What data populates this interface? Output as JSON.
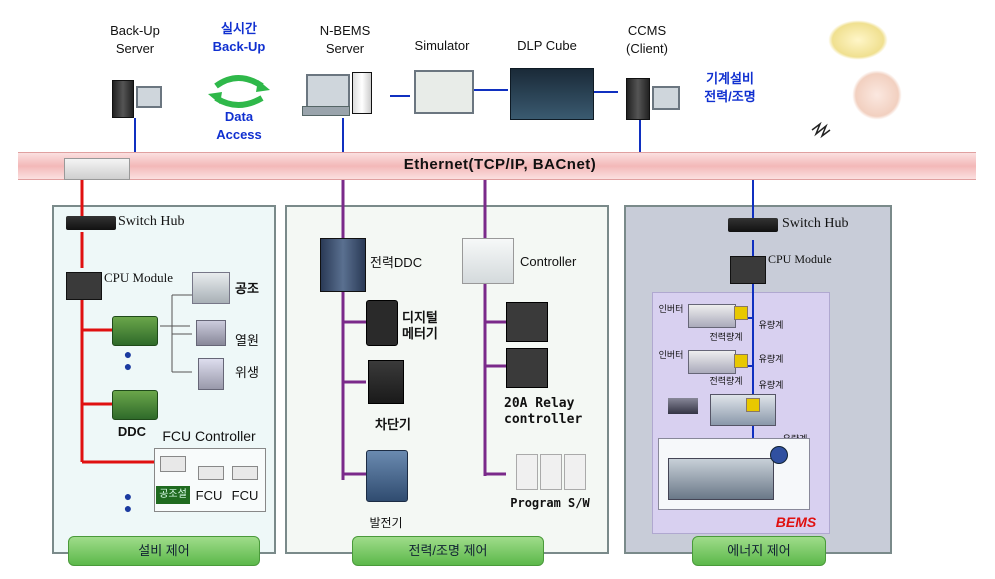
{
  "top": {
    "backup_server": "Back-Up\nServer",
    "realtime_backup": "실시간\nBack-Up",
    "data_access": "Data\nAccess",
    "nbems_server": "N-BEMS\nServer",
    "simulator": "Simulator",
    "dlp_cube": "DLP Cube",
    "ccms_client": "CCMS\n(Client)",
    "mech_power_light": "기계설비\n전력/조명"
  },
  "ethernet": "Ethernet(TCP/IP, BACnet)",
  "left_panel": {
    "switch_hub": "Switch Hub",
    "cpu_module": "CPU Module",
    "ahu": "공조",
    "heat_source": "열원",
    "sanitary": "위생",
    "ddc": "DDC",
    "fcu_controller": "FCU Controller",
    "fcu_item_1": "공조설",
    "fcu_item_2": "FCU",
    "fcu_item_3": "FCU",
    "tab": "설비 제어"
  },
  "middle_panel": {
    "power_ddc": "전력DDC",
    "controller": "Controller",
    "digital_meter": "디지털\n메터기",
    "breaker": "차단기",
    "relay": "20A Relay\ncontroller",
    "generator": "발전기",
    "program_sw": "Program S/W",
    "tab": "전력/조명 제어"
  },
  "right_panel": {
    "switch_hub": "Switch Hub",
    "cpu_module": "CPU Module",
    "inverter_1": "인버터",
    "inverter_2": "인버터",
    "power_meter_1": "전력량계",
    "power_meter_2": "전력량계",
    "flow_meter_1": "유량계",
    "flow_meter_2": "유량계",
    "flow_meter_3": "유량계",
    "flow_meter_4": "유량계",
    "bems": "BEMS",
    "tab": "에너지 제어"
  },
  "colors": {
    "ethernet_band": "#f7c8c8",
    "red_line": "#e01010",
    "purple_line": "#7a2a8a",
    "blue_line": "#1030c0",
    "panel_left": "#eef8f8",
    "panel_mid": "#f4f8f4",
    "panel_right": "#c8ccd8",
    "bems_inner": "#d8d0f0"
  }
}
